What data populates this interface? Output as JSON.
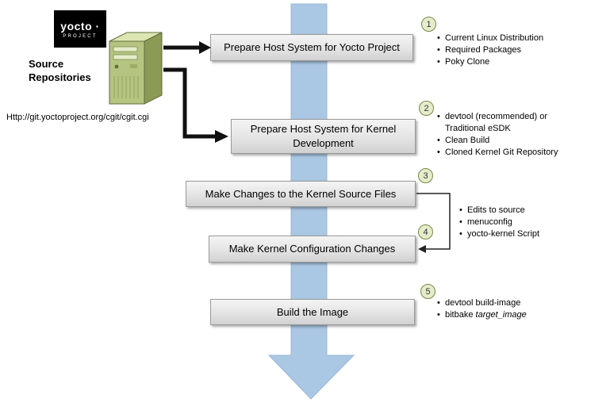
{
  "logo": {
    "brand": "yocto ·",
    "sub": "PROJECT"
  },
  "source": {
    "title": "Source Repositories",
    "url": "Http://git.yoctoproject.org/cgit/cgit.cgi"
  },
  "steps": [
    {
      "num": "1",
      "label": "Prepare Host System for Yocto Project",
      "bullets": [
        {
          "text": "Current Linux Distribution"
        },
        {
          "text": "Required Packages"
        },
        {
          "text": "Poky Clone"
        }
      ]
    },
    {
      "num": "2",
      "label": "Prepare Host System for Kernel Development",
      "bullets": [
        {
          "text": "devtool (recommended) or Traditional eSDK"
        },
        {
          "text": "Clean Build"
        },
        {
          "text": "Cloned Kernel Git Repository"
        }
      ]
    },
    {
      "num": "3",
      "label": "Make Changes to the Kernel Source Files"
    },
    {
      "num": "4",
      "label": "Make Kernel Configuration Changes"
    },
    {
      "num": "5",
      "label": "Build the Image",
      "bullets": [
        {
          "text": "devtool build-image"
        },
        {
          "text": "bitbake ",
          "em": "target_image"
        }
      ]
    }
  ],
  "shared_bullets_steps_3_4": [
    {
      "text": "Edits to source"
    },
    {
      "text": "menuconfig"
    },
    {
      "text": "yocto-kernel Script"
    }
  ],
  "colors": {
    "flow_arrow_blue": "#aac7e3",
    "box_fill_top": "#f4f4f4",
    "box_fill_bottom": "#d1d1d1",
    "box_border": "#9a9a9a",
    "circle_fill": "#e4ecca",
    "circle_border": "#75884a",
    "server_front": "#b6c482",
    "server_side": "#8b9b56",
    "server_top": "#dde6b2",
    "logo_bg": "#000000",
    "connector_black": "#111111"
  }
}
